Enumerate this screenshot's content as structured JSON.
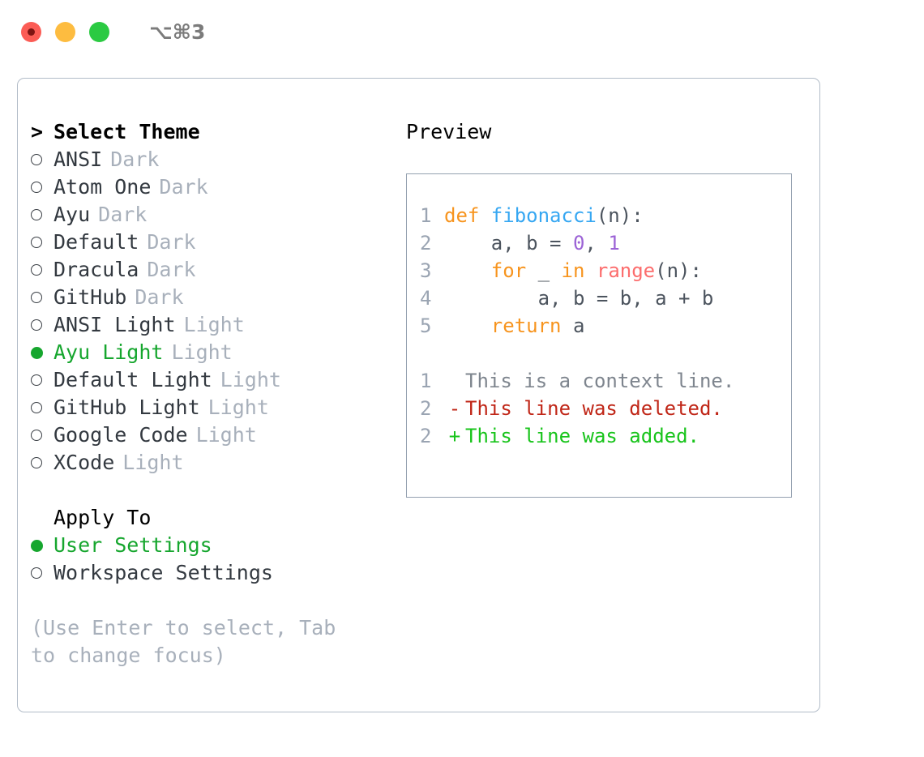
{
  "window": {
    "shortcut": "⌥⌘3",
    "traffic_lights": [
      {
        "name": "close",
        "color": "#fb5c55"
      },
      {
        "name": "minimize",
        "color": "#fdbc40"
      },
      {
        "name": "zoom",
        "color": "#2bca42"
      }
    ]
  },
  "theme_picker": {
    "heading_prefix": ">",
    "heading": "Select Theme",
    "items": [
      {
        "label": "ANSI",
        "variant": "Dark",
        "selected": false
      },
      {
        "label": "Atom One",
        "variant": "Dark",
        "selected": false
      },
      {
        "label": "Ayu",
        "variant": "Dark",
        "selected": false
      },
      {
        "label": "Default",
        "variant": "Dark",
        "selected": false
      },
      {
        "label": "Dracula",
        "variant": "Dark",
        "selected": false
      },
      {
        "label": "GitHub",
        "variant": "Dark",
        "selected": false
      },
      {
        "label": "ANSI Light",
        "variant": "Light",
        "selected": false
      },
      {
        "label": "Ayu Light",
        "variant": "Light",
        "selected": true
      },
      {
        "label": "Default Light",
        "variant": "Light",
        "selected": false
      },
      {
        "label": "GitHub Light",
        "variant": "Light",
        "selected": false
      },
      {
        "label": "Google Code",
        "variant": "Light",
        "selected": false
      },
      {
        "label": "XCode",
        "variant": "Light",
        "selected": false
      }
    ]
  },
  "apply_to": {
    "heading": "Apply To",
    "items": [
      {
        "label": "User Settings",
        "selected": true
      },
      {
        "label": "Workspace Settings",
        "selected": false
      }
    ]
  },
  "hint": "(Use Enter to select, Tab to change focus)",
  "preview": {
    "title": "Preview",
    "code_lines": [
      {
        "number": "1",
        "tokens": [
          {
            "text": "def ",
            "type": "keyword"
          },
          {
            "text": "fibonacci",
            "type": "function"
          },
          {
            "text": "(n):",
            "type": "plain"
          }
        ]
      },
      {
        "number": "2",
        "tokens": [
          {
            "text": "    a, b = ",
            "type": "plain"
          },
          {
            "text": "0",
            "type": "number"
          },
          {
            "text": ", ",
            "type": "plain"
          },
          {
            "text": "1",
            "type": "number"
          }
        ]
      },
      {
        "number": "3",
        "tokens": [
          {
            "text": "    ",
            "type": "plain"
          },
          {
            "text": "for",
            "type": "keyword"
          },
          {
            "text": " _ ",
            "type": "plain"
          },
          {
            "text": "in",
            "type": "keyword"
          },
          {
            "text": " ",
            "type": "plain"
          },
          {
            "text": "range",
            "type": "call"
          },
          {
            "text": "(n):",
            "type": "plain"
          }
        ]
      },
      {
        "number": "4",
        "tokens": [
          {
            "text": "        a, b = b, a + b",
            "type": "plain"
          }
        ]
      },
      {
        "number": "5",
        "tokens": [
          {
            "text": "    ",
            "type": "plain"
          },
          {
            "text": "return",
            "type": "keyword"
          },
          {
            "text": " a",
            "type": "plain"
          }
        ]
      }
    ],
    "diff_lines": [
      {
        "number": "1",
        "marker": " ",
        "text": "This is a context line.",
        "kind": "context"
      },
      {
        "number": "2",
        "marker": "-",
        "text": "This line was deleted.",
        "kind": "deleted"
      },
      {
        "number": "2",
        "marker": "+",
        "text": "This line was added.",
        "kind": "added"
      }
    ]
  },
  "colors": {
    "accent_green": "#16a62e",
    "muted": "#a8b0bb",
    "border": "#b2bcc8",
    "preview_border": "#94a1b0",
    "keyword": "#f7941e",
    "function": "#36a7f2",
    "number": "#9c63d6",
    "call": "#fc6d6d",
    "diff_deleted": "#c02617",
    "diff_added": "#18c41b"
  }
}
